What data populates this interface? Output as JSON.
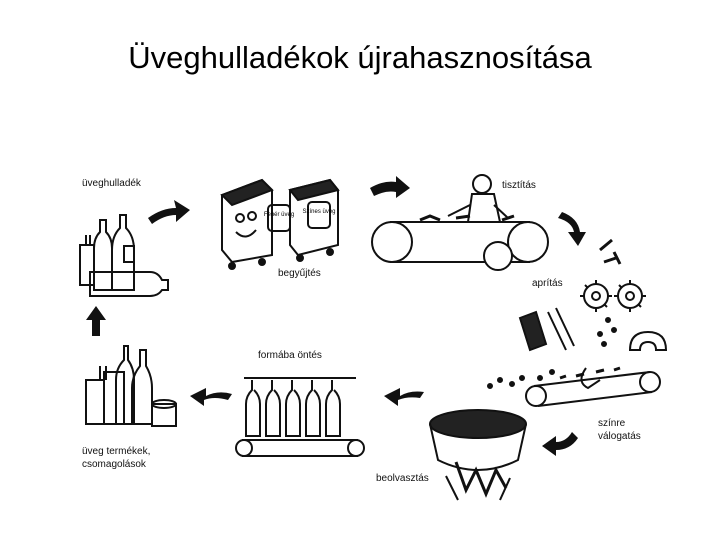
{
  "title": "Üveghulladékok újrahasznosítása",
  "steps": [
    {
      "label": "üveghulladék"
    },
    {
      "label": "begyűjtés"
    },
    {
      "label": "tisztítás"
    },
    {
      "label": "aprítás"
    },
    {
      "label": "színre\nválogatás"
    },
    {
      "label": "beolvasztás"
    },
    {
      "label": "formába öntés"
    },
    {
      "label": "üveg termékek,\ncsomagolások"
    }
  ],
  "containers": {
    "left": "Fehér üveg",
    "right": "Színes üveg"
  },
  "colors": {
    "ink": "#111111",
    "background": "#ffffff"
  }
}
